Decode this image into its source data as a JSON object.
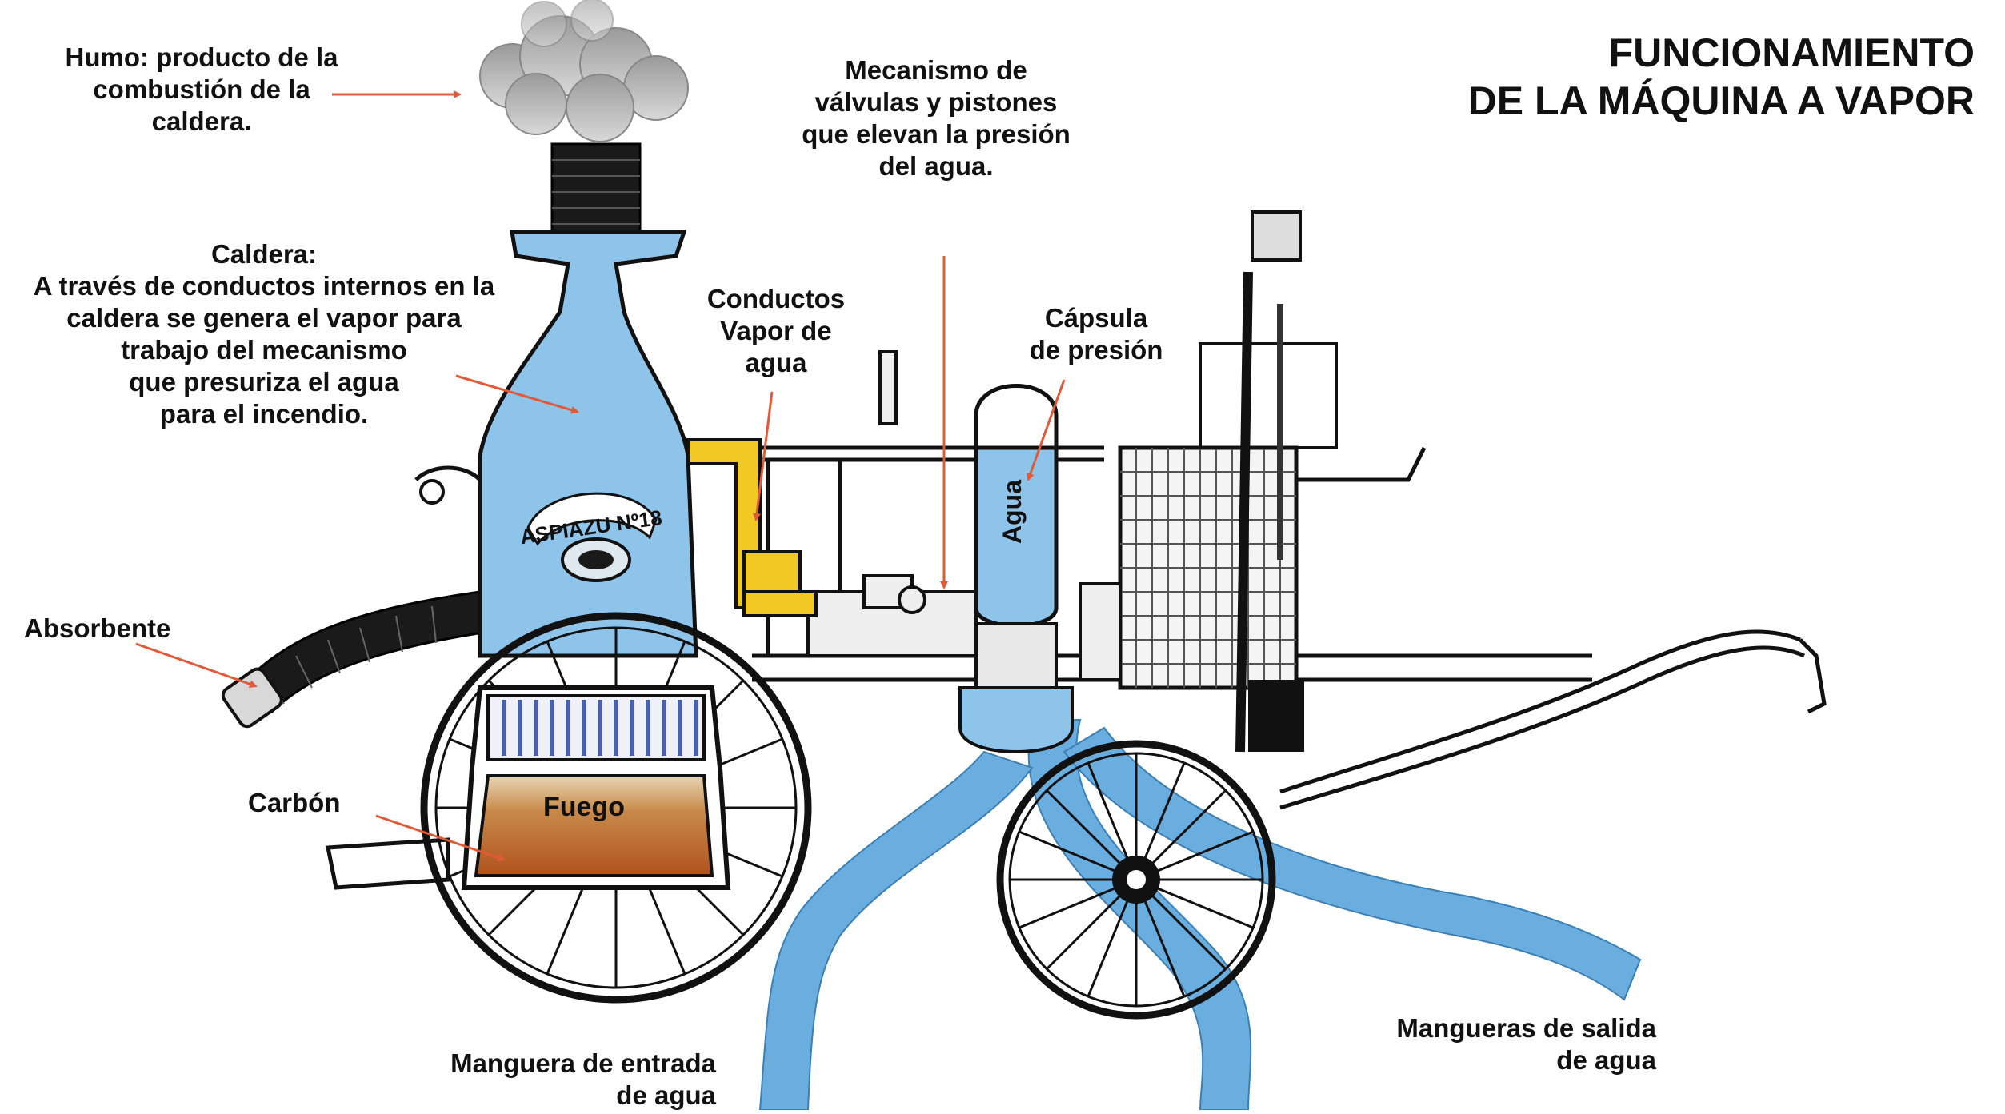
{
  "title": {
    "line1": "FUNCIONAMIENTO",
    "line2": "DE LA MÁQUINA A VAPOR"
  },
  "labels": {
    "humo": [
      "Humo: producto de la",
      "combustión de la",
      "caldera."
    ],
    "mecanismo": [
      "Mecanismo de",
      "válvulas y pistones",
      "que elevan la presión",
      "del agua."
    ],
    "caldera": [
      "Caldera:",
      "A través de conductos internos en la",
      "caldera se genera el vapor para",
      "trabajo del mecanismo",
      "que presuriza el agua",
      "para el incendio."
    ],
    "conductos": [
      "Conductos",
      "Vapor de",
      "agua"
    ],
    "capsula": [
      "Cápsula",
      "de presión"
    ],
    "absorbente": [
      "Absorbente"
    ],
    "carbon": [
      "Carbón"
    ],
    "entrada": [
      "Manguera de entrada",
      "de agua"
    ],
    "salida": [
      "Mangueras de salida",
      "de agua"
    ]
  },
  "inline_labels": {
    "fuego": "Fuego",
    "agua": "Agua",
    "nameplate": "ASPIAZU Nº18"
  },
  "colors": {
    "arrow": "#e05a3a",
    "water_blue": "#8ec3ea",
    "hose_blue": "#6aaee0",
    "steam_yellow": "#f2c823",
    "fire_orange": "#c0682a",
    "line": "#111111"
  }
}
